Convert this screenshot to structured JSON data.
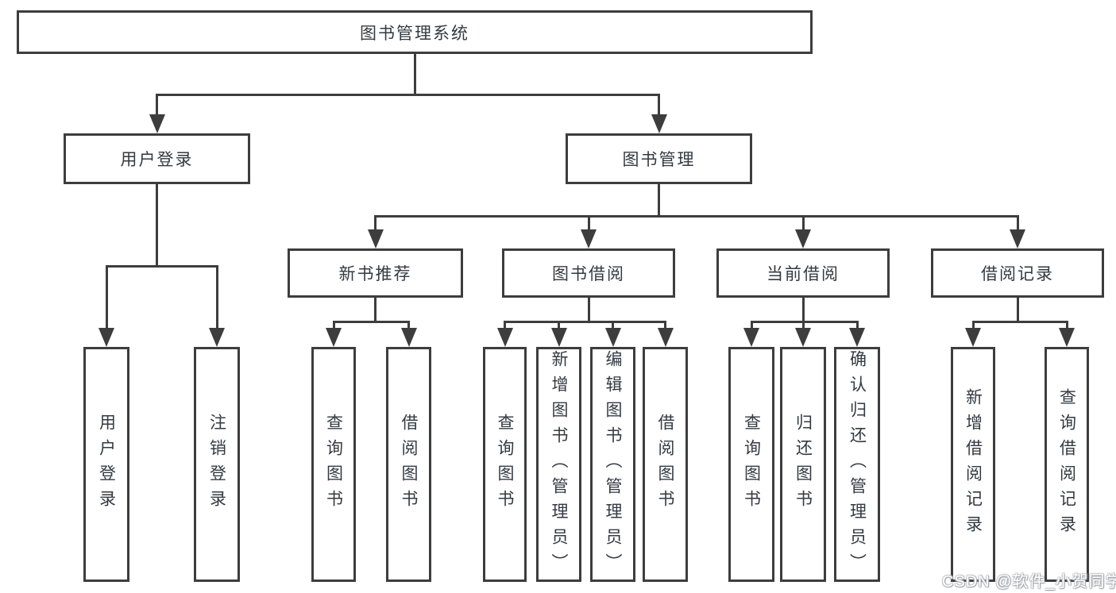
{
  "diagram_title": "图书管理系统",
  "nodes": [
    {
      "id": "root",
      "label": "图书管理系统",
      "parent": null
    },
    {
      "id": "user-login",
      "label": "用户登录",
      "parent": "root"
    },
    {
      "id": "book-mgmt",
      "label": "图书管理",
      "parent": "root"
    },
    {
      "id": "new-book-rec",
      "label": "新书推荐",
      "parent": "book-mgmt"
    },
    {
      "id": "book-borrow",
      "label": "图书借阅",
      "parent": "book-mgmt"
    },
    {
      "id": "current-borrow",
      "label": "当前借阅",
      "parent": "book-mgmt"
    },
    {
      "id": "borrow-records",
      "label": "借阅记录",
      "parent": "book-mgmt"
    },
    {
      "id": "leaf-user-login",
      "label": "用户登录",
      "parent": "user-login"
    },
    {
      "id": "leaf-logout",
      "label": "注销登录",
      "parent": "user-login"
    },
    {
      "id": "leaf-nb-query",
      "label": "查询图书",
      "parent": "new-book-rec"
    },
    {
      "id": "leaf-nb-borrow",
      "label": "借阅图书",
      "parent": "new-book-rec"
    },
    {
      "id": "leaf-bb-query",
      "label": "查询图书",
      "parent": "book-borrow"
    },
    {
      "id": "leaf-bb-add",
      "label": "新增图书（管理员）",
      "parent": "book-borrow"
    },
    {
      "id": "leaf-bb-edit",
      "label": "编辑图书（管理员）",
      "parent": "book-borrow"
    },
    {
      "id": "leaf-bb-borrow",
      "label": "借阅图书",
      "parent": "book-borrow"
    },
    {
      "id": "leaf-cb-query",
      "label": "查询图书",
      "parent": "current-borrow"
    },
    {
      "id": "leaf-cb-return",
      "label": "归还图书",
      "parent": "current-borrow"
    },
    {
      "id": "leaf-cb-confirm",
      "label": "确认归还（管理员）",
      "parent": "current-borrow"
    },
    {
      "id": "leaf-br-add",
      "label": "新增借阅记录",
      "parent": "borrow-records"
    },
    {
      "id": "leaf-br-query",
      "label": "查询借阅记录",
      "parent": "borrow-records"
    }
  ],
  "watermark": {
    "text": "CSDN @软件_小贺同学"
  },
  "colors": {
    "line": "#3d3d3d",
    "text": "#333a41",
    "background": "#ffffff",
    "watermark_text": "#ffffff",
    "watermark_halo": "#9aa0a6"
  }
}
